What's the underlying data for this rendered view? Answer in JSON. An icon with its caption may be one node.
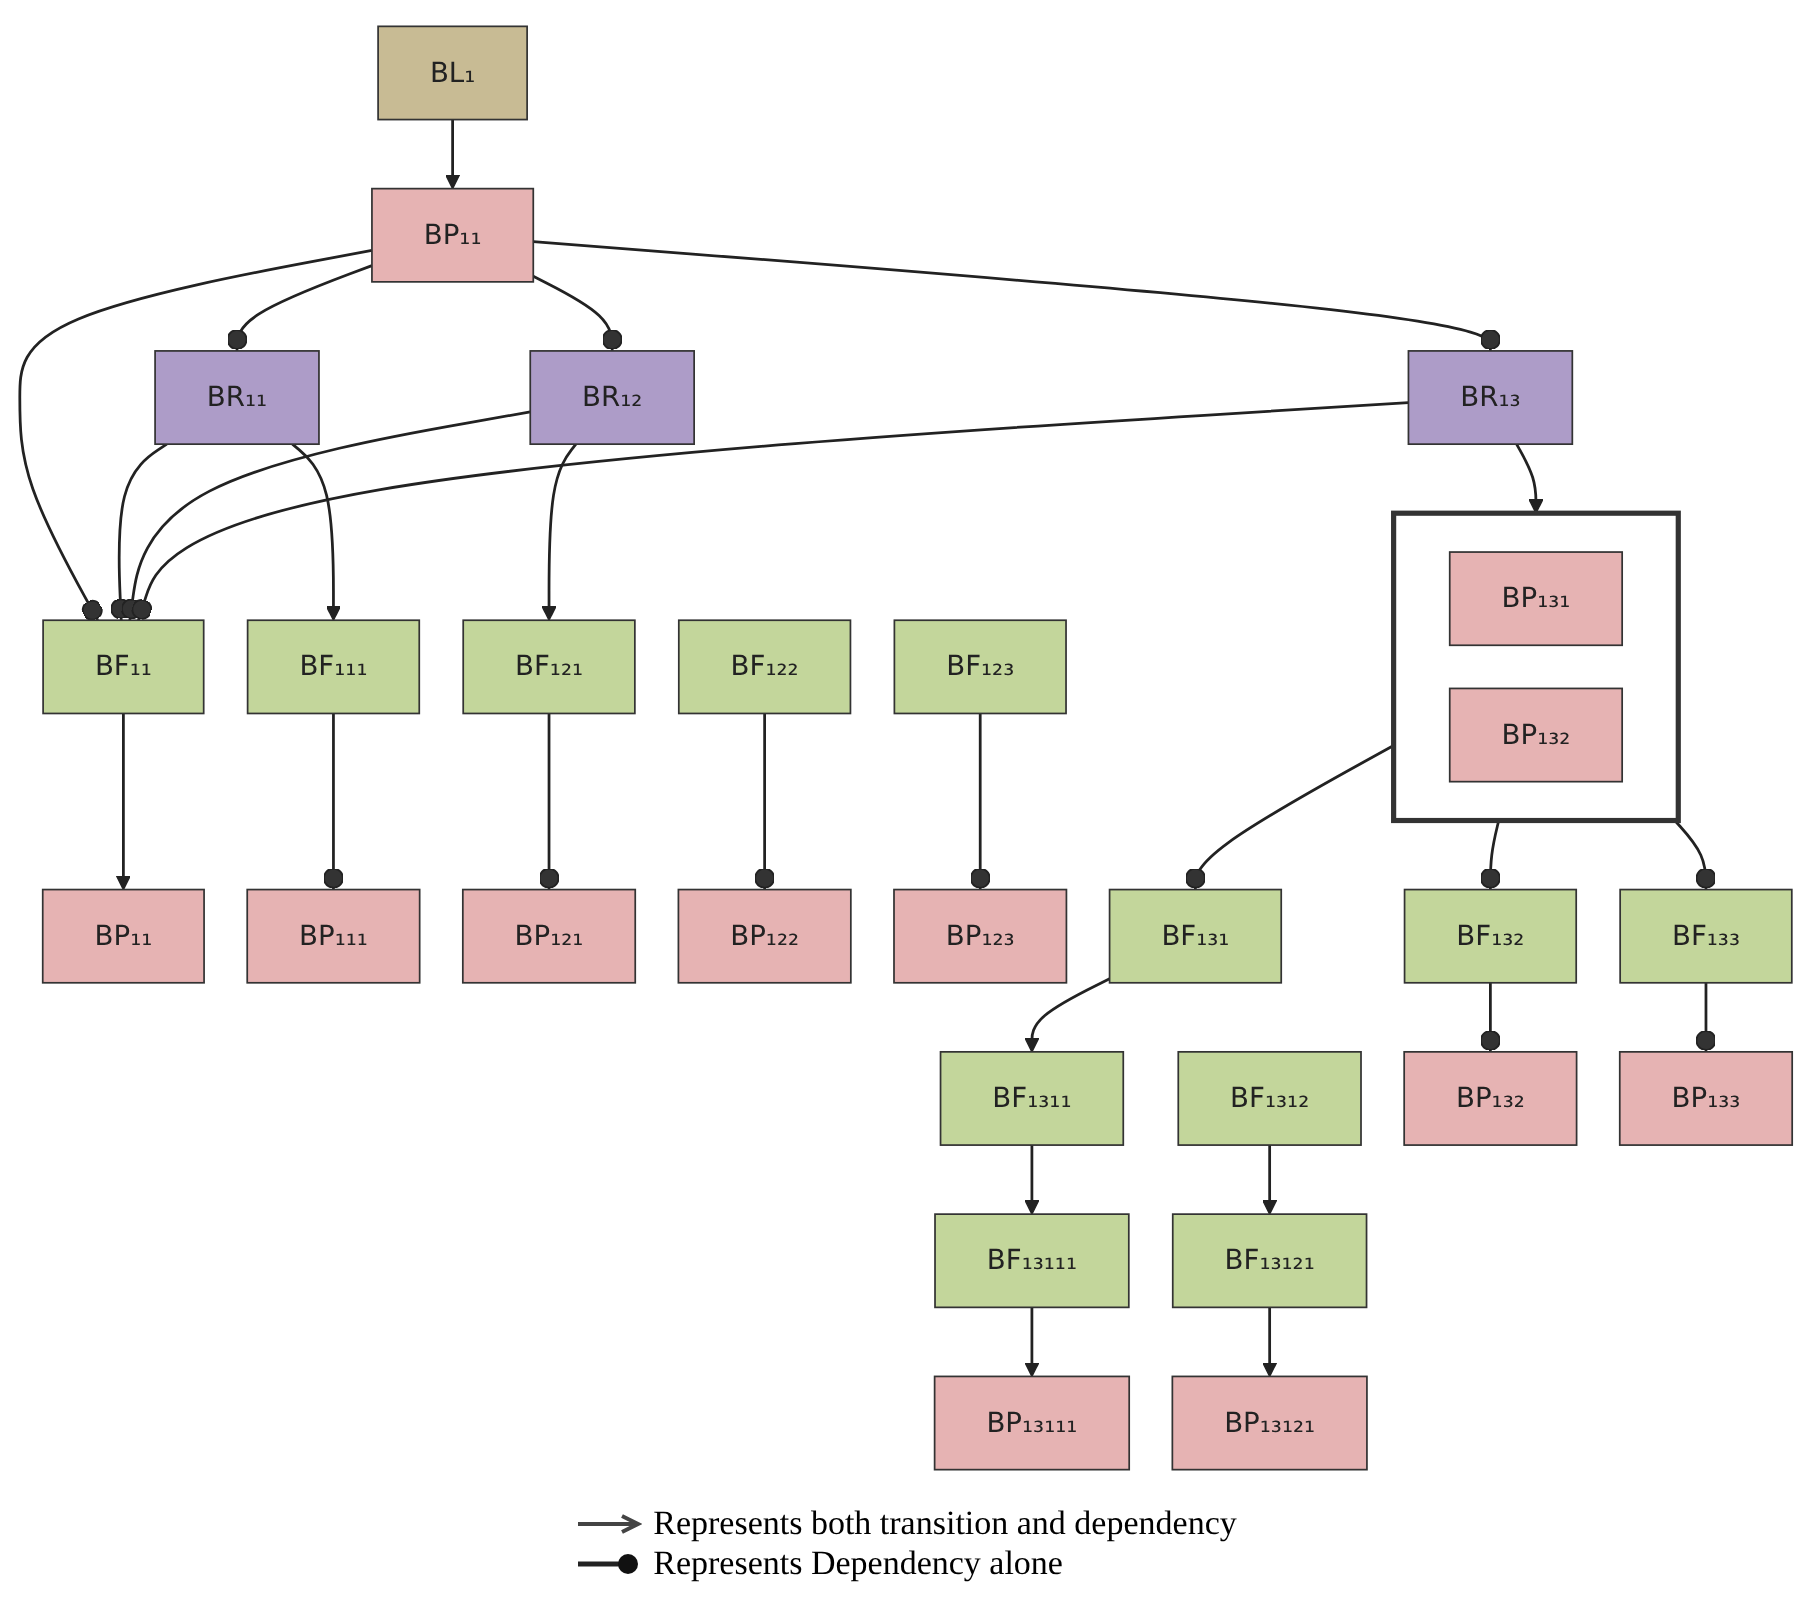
{
  "diagram": {
    "nodes": [
      {
        "text": [
          "BL₁"
        ]
      },
      {
        "text": [
          "BP₁₁"
        ]
      },
      {
        "text": [
          "BR₁₁"
        ]
      },
      {
        "text": [
          "BR₁₂"
        ]
      },
      {
        "text": [
          "BR₁₃"
        ]
      },
      {
        "text": [
          "BF₁₁"
        ]
      },
      {
        "text": [
          "BP₁₁"
        ]
      },
      {
        "text": [
          "BF₁₁₁"
        ]
      },
      {
        "text": [
          "BF₁₂₁"
        ]
      },
      {
        "text": [
          "BF₁₂₂"
        ]
      },
      {
        "text": [
          "BF₁₂₃"
        ]
      },
      {
        "text": [],
        "shape": "box"
      },
      {
        "text": [
          "BP₁₃₁"
        ],
        "in": 11
      },
      {
        "text": [
          "BP₁₃₂"
        ],
        "in": 11
      },
      {
        "text": [
          "BP₁₁₁"
        ]
      },
      {
        "text": [
          "BP₁₂₁"
        ]
      },
      {
        "text": [
          "BP₁₂₂"
        ]
      },
      {
        "text": [
          "BP₁₂₃"
        ]
      },
      {
        "text": [
          "BF₁₃₁"
        ]
      },
      {
        "text": [
          "BF₁₃₂"
        ]
      },
      {
        "text": [
          "BF₁₃₃"
        ]
      },
      {
        "text": [
          "BF₁₃₁₁"
        ]
      },
      {
        "text": [
          "BF₁₃₁₂"
        ]
      },
      {
        "text": [
          "BP₁₃₂"
        ]
      },
      {
        "text": [
          "BP₁₃₃"
        ]
      },
      {
        "text": [
          "BF₁₃₁₁₁"
        ]
      },
      {
        "text": [
          "BF₁₃₁₂₁"
        ]
      },
      {
        "text": [
          "BP₁₃₁₁₁"
        ]
      },
      {
        "text": [
          "BP₁₃₁₂₁"
        ]
      }
    ],
    "edges": [
      {
        "from": 0,
        "to": 1,
        "arrow": "to"
      },
      {
        "from": 1,
        "to": 2,
        "arrow": "other"
      },
      {
        "from": 1,
        "to": 3,
        "arrow": "other"
      },
      {
        "from": 1,
        "to": 4,
        "arrow": "other"
      },
      {
        "from": 1,
        "to": 5,
        "arrow": "other"
      },
      {
        "from": 2,
        "to": 5,
        "arrow": "other"
      },
      {
        "from": 3,
        "to": 5,
        "arrow": "other"
      },
      {
        "from": 4,
        "to": 5,
        "arrow": "other"
      },
      {
        "from": 5,
        "to": 6,
        "arrow": "to"
      },
      {
        "from": 2,
        "to": 7,
        "arrow": "to"
      },
      {
        "from": 3,
        "to": 8,
        "arrow": "to"
      },
      {
        "from": 4,
        "to": 11,
        "arrow": "to"
      },
      {
        "from": 7,
        "to": 14,
        "arrow": "other"
      },
      {
        "from": 8,
        "to": 15,
        "arrow": "other"
      },
      {
        "from": 9,
        "to": 16,
        "arrow": "other"
      },
      {
        "from": 10,
        "to": 17,
        "arrow": "other"
      },
      {
        "from": 11,
        "to": 18,
        "arrow": "other"
      },
      {
        "from": 11,
        "to": 19,
        "arrow": "other"
      },
      {
        "from": 11,
        "to": 20,
        "arrow": "other"
      },
      {
        "from": 18,
        "to": 21,
        "arrow": "to"
      },
      {
        "from": 19,
        "to": 23,
        "arrow": "other"
      },
      {
        "from": 20,
        "to": 24,
        "arrow": "other"
      },
      {
        "from": 21,
        "to": 25,
        "arrow": "to"
      },
      {
        "from": 22,
        "to": 26,
        "arrow": "to"
      },
      {
        "from": 25,
        "to": 27,
        "arrow": "to"
      },
      {
        "from": 26,
        "to": 28,
        "arrow": "to"
      }
    ],
    "legend": [
      {
        "text": "Represents both transition and dependency"
      },
      {
        "text": "Represents Dependency alone"
      }
    ]
  }
}
